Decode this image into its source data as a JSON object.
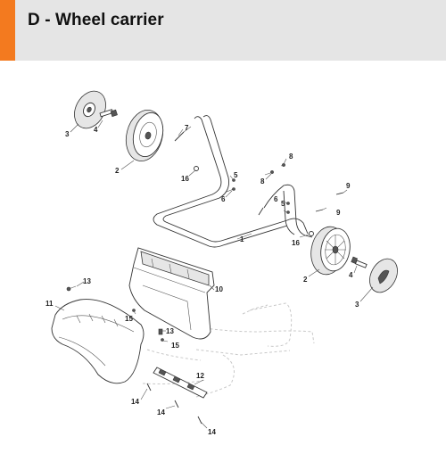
{
  "header": {
    "title": "D - Wheel carrier",
    "accent_color": "#f37a1f",
    "background_color": "#e5e5e5"
  },
  "callouts": {
    "c1": "1",
    "c2_left": "2",
    "c2_right": "2",
    "c3_left": "3",
    "c3_right": "3",
    "c4_left": "4",
    "c4_right": "4",
    "c5_upper": "5",
    "c5_lower": "5",
    "c6_upper": "6",
    "c6_lower": "6",
    "c7": "7",
    "c8_upper": "8",
    "c8_lower": "8",
    "c9_upper": "9",
    "c9_lower": "9",
    "c10": "10",
    "c11": "11",
    "c12": "12",
    "c13_upper": "13",
    "c13_lower": "13",
    "c14_left": "14",
    "c14_middle": "14",
    "c14_right": "14",
    "c15_upper": "15",
    "c15_lower": "15",
    "c16_left": "16",
    "c16_right": "16"
  }
}
